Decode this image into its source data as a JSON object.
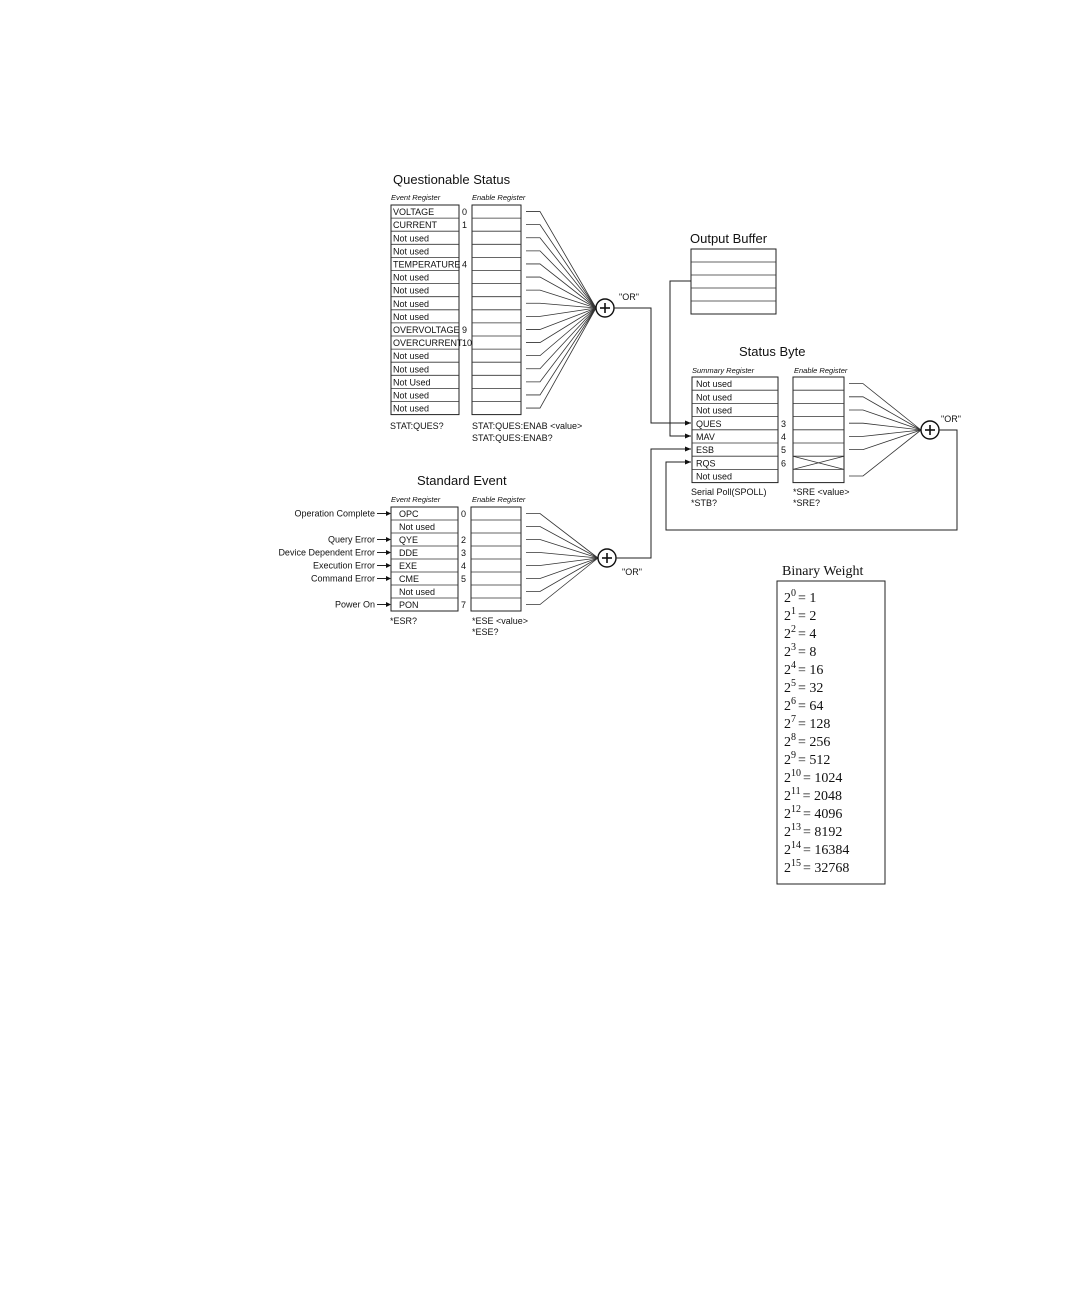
{
  "questionable": {
    "title": "Questionable Status",
    "event_header": "Event Register",
    "enable_header": "Enable Register",
    "rows": [
      {
        "label": "VOLTAGE",
        "bit": "0"
      },
      {
        "label": "CURRENT",
        "bit": "1"
      },
      {
        "label": "Not used",
        "bit": ""
      },
      {
        "label": "Not used",
        "bit": ""
      },
      {
        "label": "TEMPERATURE",
        "bit": "4"
      },
      {
        "label": "Not used",
        "bit": ""
      },
      {
        "label": "Not used",
        "bit": ""
      },
      {
        "label": "Not used",
        "bit": ""
      },
      {
        "label": "Not used",
        "bit": ""
      },
      {
        "label": "OVERVOLTAGE",
        "bit": "9"
      },
      {
        "label": "OVERCURRENT",
        "bit": "10"
      },
      {
        "label": "Not used",
        "bit": ""
      },
      {
        "label": "Not used",
        "bit": ""
      },
      {
        "label": "Not Used",
        "bit": ""
      },
      {
        "label": "Not used",
        "bit": ""
      },
      {
        "label": "Not used",
        "bit": ""
      }
    ],
    "event_cmd": "STAT:QUES?",
    "enable_cmd1": "STAT:QUES:ENAB <value>",
    "enable_cmd2": "STAT:QUES:ENAB?",
    "or_label": "\"OR\""
  },
  "standard": {
    "title": "Standard Event",
    "event_header": "Event Register",
    "enable_header": "Enable Register",
    "rows": [
      {
        "label": "OPC",
        "bit": "0",
        "source": "Operation Complete"
      },
      {
        "label": "Not used",
        "bit": "",
        "source": ""
      },
      {
        "label": "QYE",
        "bit": "2",
        "source": "Query Error"
      },
      {
        "label": "DDE",
        "bit": "3",
        "source": "Device Dependent Error"
      },
      {
        "label": "EXE",
        "bit": "4",
        "source": "Execution Error"
      },
      {
        "label": "CME",
        "bit": "5",
        "source": "Command Error"
      },
      {
        "label": "Not used",
        "bit": "",
        "source": ""
      },
      {
        "label": "PON",
        "bit": "7",
        "source": "Power On"
      }
    ],
    "event_cmd": "*ESR?",
    "enable_cmd1": "*ESE <value>",
    "enable_cmd2": "*ESE?",
    "or_label": "\"OR\""
  },
  "output_buffer": {
    "title": "Output Buffer"
  },
  "status_byte": {
    "title": "Status Byte",
    "summary_header": "Summary Register",
    "enable_header": "Enable Register",
    "rows": [
      {
        "label": "Not used",
        "bit": ""
      },
      {
        "label": "Not used",
        "bit": ""
      },
      {
        "label": "Not used",
        "bit": ""
      },
      {
        "label": "QUES",
        "bit": "3"
      },
      {
        "label": "MAV",
        "bit": "4"
      },
      {
        "label": "ESB",
        "bit": "5"
      },
      {
        "label": "RQS",
        "bit": "6"
      },
      {
        "label": "Not used",
        "bit": ""
      }
    ],
    "summary_cmd1": "Serial Poll(SPOLL)",
    "summary_cmd2": "*STB?",
    "enable_cmd1": "*SRE <value>",
    "enable_cmd2": "*SRE?",
    "or_label": "\"OR\""
  },
  "binary_weight": {
    "title": "Binary Weight",
    "rows": [
      {
        "exp": "0",
        "val": "= 1"
      },
      {
        "exp": "1",
        "val": "= 2"
      },
      {
        "exp": "2",
        "val": "= 4"
      },
      {
        "exp": "3",
        "val": "= 8"
      },
      {
        "exp": "4",
        "val": "= 16"
      },
      {
        "exp": "5",
        "val": "= 32"
      },
      {
        "exp": "6",
        "val": "= 64"
      },
      {
        "exp": "7",
        "val": "= 128"
      },
      {
        "exp": "8",
        "val": "= 256"
      },
      {
        "exp": "9",
        "val": "= 512"
      },
      {
        "exp": "10",
        "val": "= 1024"
      },
      {
        "exp": "11",
        "val": "= 2048"
      },
      {
        "exp": "12",
        "val": "= 4096"
      },
      {
        "exp": "13",
        "val": "= 8192"
      },
      {
        "exp": "14",
        "val": "= 16384"
      },
      {
        "exp": "15",
        "val": "= 32768"
      }
    ]
  }
}
